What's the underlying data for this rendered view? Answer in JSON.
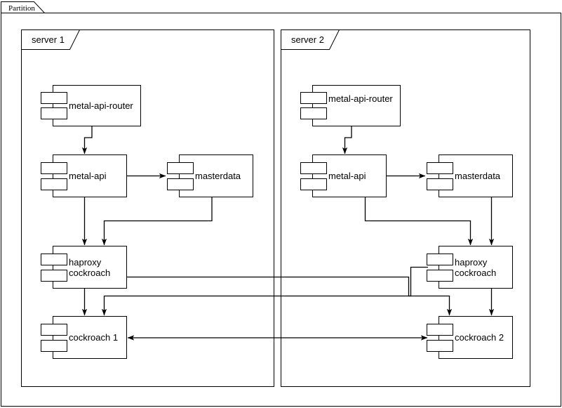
{
  "diagram": {
    "type": "uml-deployment-component-diagram",
    "partition": {
      "label": "Partition",
      "tab_label_font": "serif"
    },
    "frames": [
      {
        "id": "server1",
        "label": "server 1"
      },
      {
        "id": "server2",
        "label": "server 2"
      }
    ],
    "components": [
      {
        "id": "metal-api-router-1",
        "label": "metal-api-router",
        "frame": "server1"
      },
      {
        "id": "metal-api-1",
        "label": "metal-api",
        "frame": "server1"
      },
      {
        "id": "masterdata-1",
        "label": "masterdata",
        "frame": "server1"
      },
      {
        "id": "haproxy-cockroach-1",
        "label_line1": "haproxy",
        "label_line2": "cockroach",
        "frame": "server1"
      },
      {
        "id": "cockroach-1",
        "label": "cockroach 1",
        "frame": "server1"
      },
      {
        "id": "metal-api-router-2",
        "label": "metal-api-router",
        "frame": "server2"
      },
      {
        "id": "metal-api-2",
        "label": "metal-api",
        "frame": "server2"
      },
      {
        "id": "masterdata-2",
        "label": "masterdata",
        "frame": "server2"
      },
      {
        "id": "haproxy-cockroach-2",
        "label_line1": "haproxy",
        "label_line2": "cockroach",
        "frame": "server2"
      },
      {
        "id": "cockroach-2",
        "label": "cockroach 2",
        "frame": "server2"
      }
    ],
    "connections": [
      {
        "from": "metal-api-router-1",
        "to": "metal-api-1",
        "arrow": "single"
      },
      {
        "from": "metal-api-1",
        "to": "masterdata-1",
        "arrow": "single"
      },
      {
        "from": "metal-api-1",
        "to": "haproxy-cockroach-1",
        "arrow": "single"
      },
      {
        "from": "masterdata-1",
        "to": "haproxy-cockroach-1",
        "arrow": "single"
      },
      {
        "from": "haproxy-cockroach-1",
        "to": "cockroach-1",
        "arrow": "single"
      },
      {
        "from": "haproxy-cockroach-1",
        "to": "cockroach-2",
        "arrow": "single"
      },
      {
        "from": "metal-api-router-2",
        "to": "metal-api-2",
        "arrow": "single"
      },
      {
        "from": "metal-api-2",
        "to": "masterdata-2",
        "arrow": "single"
      },
      {
        "from": "metal-api-2",
        "to": "haproxy-cockroach-2",
        "arrow": "single"
      },
      {
        "from": "masterdata-2",
        "to": "haproxy-cockroach-2",
        "arrow": "single"
      },
      {
        "from": "haproxy-cockroach-2",
        "to": "cockroach-2",
        "arrow": "single"
      },
      {
        "from": "haproxy-cockroach-2",
        "to": "cockroach-1",
        "arrow": "single"
      },
      {
        "from": "cockroach-1",
        "to": "cockroach-2",
        "arrow": "double"
      }
    ],
    "colors": {
      "stroke": "#000000",
      "fill": "#ffffff"
    }
  }
}
